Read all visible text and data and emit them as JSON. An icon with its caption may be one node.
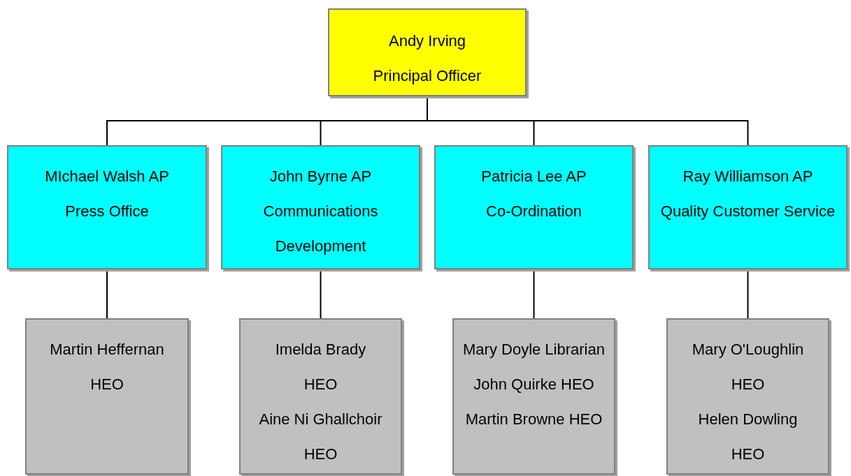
{
  "diagram": {
    "nodes": [
      {
        "text": [
          "Andy Irving",
          "Principal Officer"
        ]
      },
      {
        "text": [
          "MIchael Walsh AP",
          "Press Office"
        ]
      },
      {
        "text": [
          "John Byrne AP",
          "Communications Development"
        ]
      },
      {
        "text": [
          "Patricia Lee AP",
          "Co-Ordination"
        ]
      },
      {
        "text": [
          "Ray Williamson AP",
          "Quality Customer Service"
        ]
      },
      {
        "text": [
          "Martin Heffernan",
          "HEO"
        ]
      },
      {
        "text": [
          "Imelda Brady",
          "HEO",
          "Aine Ni Ghallchoir",
          "HEO"
        ]
      },
      {
        "text": [
          "Mary Doyle Librarian",
          "John Quirke HEO",
          "Martin Browne HEO"
        ]
      },
      {
        "text": [
          "Mary O'Loughlin",
          "HEO",
          "Helen Dowling",
          "HEO"
        ]
      }
    ],
    "edges": [
      {
        "from": 0,
        "to": 1,
        "arrow": "none"
      },
      {
        "from": 0,
        "to": 2,
        "arrow": "none"
      },
      {
        "from": 0,
        "to": 3,
        "arrow": "none"
      },
      {
        "from": 0,
        "to": 4,
        "arrow": "none"
      },
      {
        "from": 1,
        "to": 5,
        "arrow": "none"
      },
      {
        "from": 2,
        "to": 6,
        "arrow": "none"
      },
      {
        "from": 3,
        "to": 7,
        "arrow": "none"
      },
      {
        "from": 4,
        "to": 8,
        "arrow": "none"
      }
    ]
  }
}
